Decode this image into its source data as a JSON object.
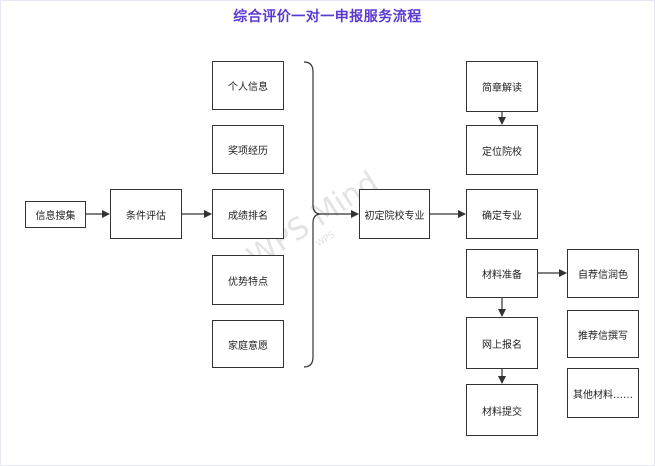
{
  "title": "综合评价一对一申报服务流程",
  "watermark": {
    "main": "WPS Mind",
    "sub": "WPS"
  },
  "nodes": {
    "info_collect": "信息搜集",
    "condition_eval": "条件评估",
    "personal_info": "个人信息",
    "awards": "奖项经历",
    "grade_rank": "成绩排名",
    "strengths": "优势特点",
    "family_wishes": "家庭意愿",
    "initial_school": "初定院校专业",
    "brochure": "简章解读",
    "position_school": "定位院校",
    "confirm_major": "确定专业",
    "materials_prep": "材料准备",
    "online_apply": "网上报名",
    "materials_submit": "材料提交",
    "self_recommend": "自荐信润色",
    "recommend_letter": "推荐信撰写",
    "other_materials": "其他材料……"
  },
  "colors": {
    "title": "#5b3ad1",
    "line": "#333333",
    "border": "#333333"
  }
}
